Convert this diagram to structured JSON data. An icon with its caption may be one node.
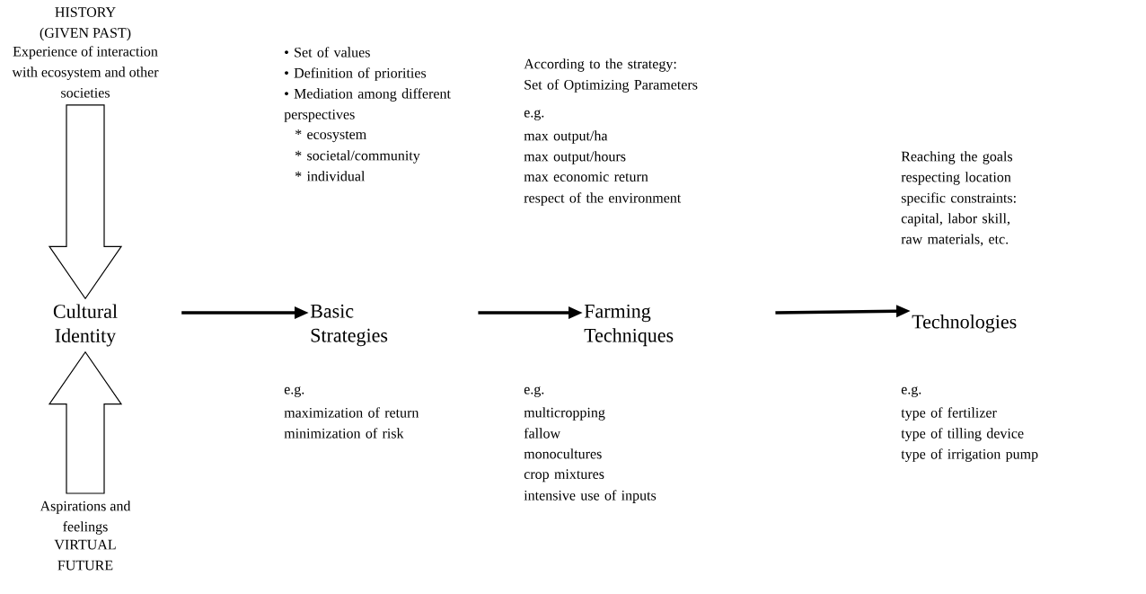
{
  "diagram": {
    "nodes": [
      {
        "text": [
          "HISTORY (GIVEN PAST)",
          "Experience of interaction with ecosystem and other societies"
        ]
      },
      {
        "text": [
          "Cultural Identity"
        ]
      },
      {
        "text": [
          "Aspirations and feelings",
          "VIRTUAL FUTURE"
        ]
      },
      {
        "text": [
          "Basic Strategies"
        ],
        "beside": [
          "• Set of values",
          "• Definition of priorities",
          "• Mediation among different perspectives",
          "* ecosystem",
          "* societal/community",
          "* individual",
          "e.g.",
          "maximization of return",
          "minimization of risk"
        ]
      },
      {
        "text": [
          "Farming Techniques"
        ],
        "beside": [
          "According to the strategy:",
          "Set of Optimizing Parameters",
          "e.g.",
          "max output/ha",
          "max output/hours",
          "max economic return",
          "respect of the environment",
          "e.g.",
          "multicropping",
          "fallow",
          "monocultures",
          "crop mixtures",
          "intensive use of inputs"
        ]
      },
      {
        "text": [
          "Technologies"
        ],
        "beside": [
          "Reaching the goals",
          "respecting location",
          "specific constraints:",
          "capital, labor skill,",
          "raw materials, etc.",
          "e.g.",
          "type of fertilizer",
          "type of tilling device",
          "type of irrigation pump"
        ]
      }
    ],
    "edges": [
      {
        "from": 0,
        "to": 1,
        "arrow": "to"
      },
      {
        "from": 2,
        "to": 1,
        "arrow": "to"
      },
      {
        "from": 1,
        "to": 3,
        "arrow": "to"
      },
      {
        "from": 3,
        "to": 4,
        "arrow": "to"
      },
      {
        "from": 4,
        "to": 5,
        "arrow": "to"
      }
    ]
  }
}
